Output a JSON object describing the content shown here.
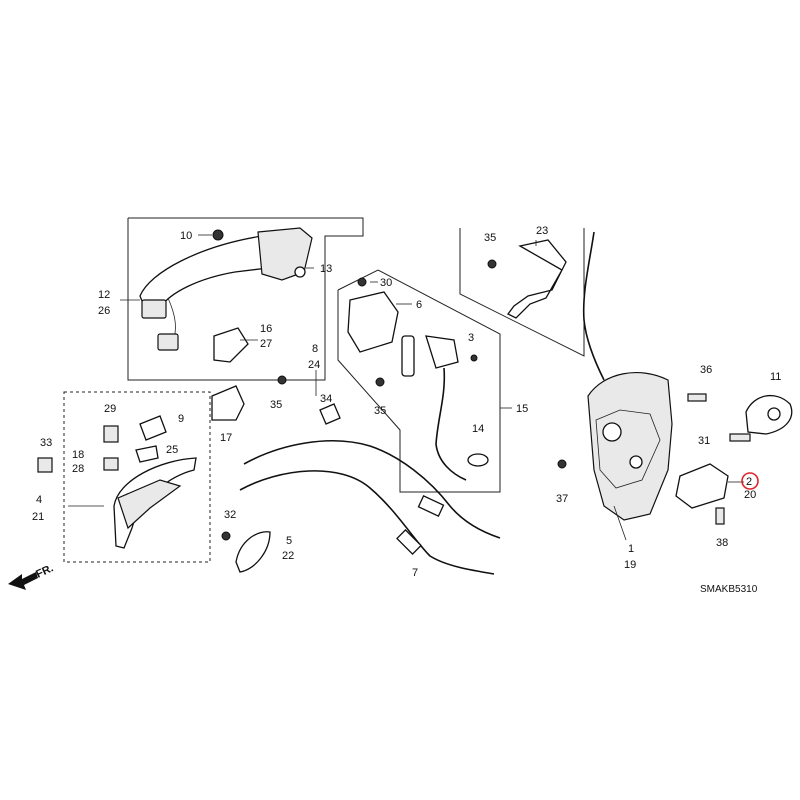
{
  "diagram_code": "SMAKB5310",
  "front_marker": "FR.",
  "highlight_color": "#e0242a",
  "callouts": {
    "c1": "1",
    "c19": "19",
    "c2": "2",
    "c20": "20",
    "c3": "3",
    "c4": "4",
    "c21": "21",
    "c5": "5",
    "c22": "22",
    "c6": "6",
    "c7": "7",
    "c8": "8",
    "c24": "24",
    "c9": "9",
    "c10": "10",
    "c11": "11",
    "c12": "12",
    "c26": "26",
    "c13": "13",
    "c14": "14",
    "c15": "15",
    "c16": "16",
    "c27": "27",
    "c17": "17",
    "c18": "18",
    "c28": "28",
    "c23": "23",
    "c25": "25",
    "c29": "29",
    "c30": "30",
    "c31": "31",
    "c32": "32",
    "c33": "33",
    "c34": "34",
    "c35a": "35",
    "c35b": "35",
    "c35c": "35",
    "c36": "36",
    "c37": "37",
    "c38": "38"
  }
}
